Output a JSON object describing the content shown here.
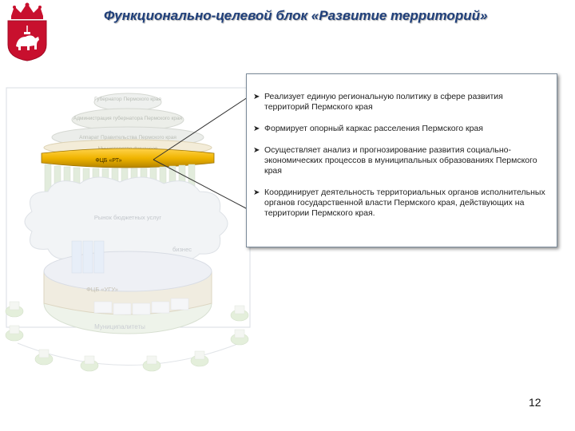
{
  "title": "Функционально-целевой блок «Развитие территорий»",
  "colors": {
    "title": "#1f3f7a",
    "emblem_red": "#c8102e",
    "highlight_gold": "#f0b400",
    "faded_green": "#cfe6c5",
    "faded_blue": "#c9d6ee"
  },
  "diagram": {
    "layers": [
      "Губернатор Пермского края",
      "Администрация губернатора Пермского края",
      "Аппарат Правительства Пермского края",
      "Министерство финансов"
    ],
    "highlight_label": "ФЦБ «РТ»",
    "market_label": "Рынок бюджетных услуг",
    "business_label": "бизнес",
    "lower_label": "ФЦБ «УГУ»",
    "municipal_label": "Муниципалитеты"
  },
  "bullets": [
    "Реализует единую региональную политику в сфере развития территорий Пермского края",
    "Формирует опорный каркас расселения Пермского края",
    "Осуществляет анализ и прогнозирование развития социально-экономических процессов в муниципальных образованиях Пермского края",
    "Координирует деятельность территориальных органов исполнительных органов государственной власти Пермского края, действующих на территории Пермского края."
  ],
  "page_number": "12"
}
